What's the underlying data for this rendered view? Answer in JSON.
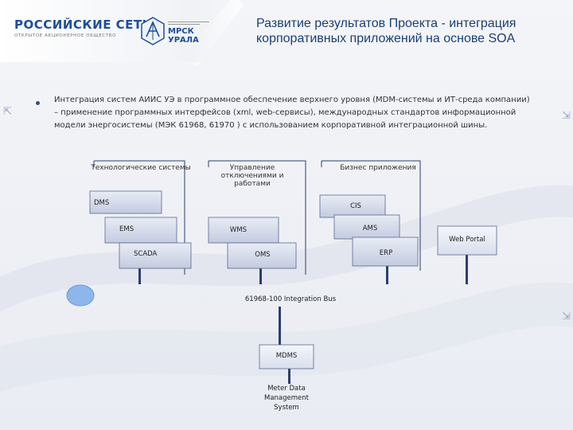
{
  "header": {
    "logo_main": "РОССИЙСКИЕ СЕТИ",
    "logo_sub": "ОТКРЫТОЕ АКЦИОНЕРНОЕ ОБЩЕСТВО",
    "logo2_name": "МРСК",
    "logo2_region": "УРАЛА",
    "title": "Развитие результатов Проекта - интеграция корпоративных приложений на основе SOA"
  },
  "bullet": {
    "text": "Интеграция систем АИИС УЭ в программное обеспечение верхнего уровня (MDM-системы и ИТ-среда компании) – применение программных интерфейсов (xml, web-сервисы), международных стандартов информационной модели энергосистемы (МЭК 61968, 61970 ) с использованием корпоративной интеграционной шины."
  },
  "diagram": {
    "group_tech": "Технологические системы",
    "group_outage": "Управление отключениями и работами",
    "group_business": "Бизнес приложения",
    "dms": "DMS",
    "ems": "EMS",
    "scada": "SCADA",
    "wms": "WMS",
    "oms": "OMS",
    "cis": "CIS",
    "ams": "AMS",
    "erp": "ERP",
    "web_portal": "Web Portal",
    "bus": "61968-100 Integration  Bus",
    "mdms": "MDMS",
    "mdms_desc": "Meter Data Management System"
  },
  "colors": {
    "title": "#1b3e73",
    "box_fill_dark": "#c6cde3",
    "box_fill_light": "#e4e8f3",
    "box_stroke": "#5a6a8e",
    "connector": "#2c3f6b",
    "bus_oval": "#8db7ea"
  }
}
